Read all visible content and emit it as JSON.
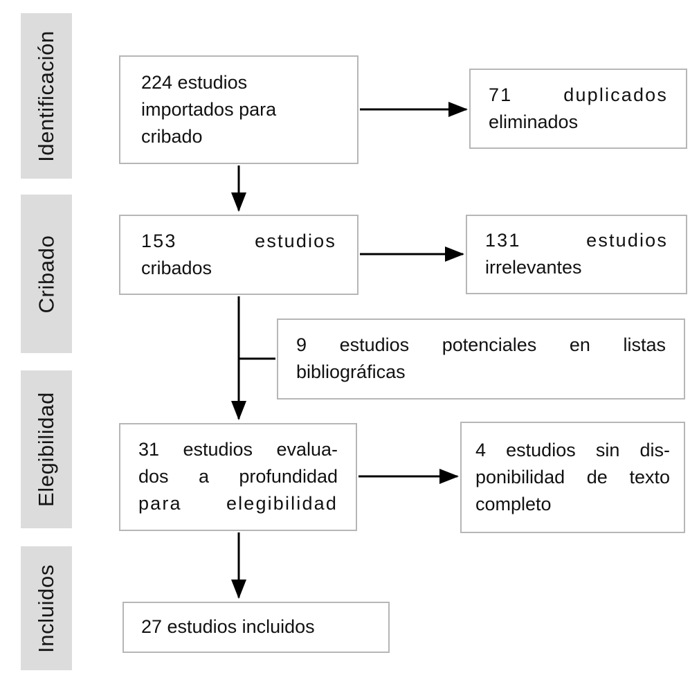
{
  "diagram": {
    "background_color": "#ffffff",
    "text_color": "#111111",
    "box_border_color": "#b6b6b6",
    "stage_band_color": "#dcdcdc",
    "arrow_color": "#000000"
  },
  "stages": [
    {
      "label": "Identificación"
    },
    {
      "label": "Cribado"
    },
    {
      "label": "Elegibilidad"
    },
    {
      "label": "Incluidos"
    }
  ],
  "boxes": {
    "imported": {
      "count": 224,
      "lines": [
        "224 estudios",
        "importados para",
        "cribado"
      ]
    },
    "duplicates": {
      "count": 71,
      "lines": [
        "71 duplicados",
        "eliminados"
      ]
    },
    "screened": {
      "count": 153,
      "lines": [
        "153 estudios",
        "cribados"
      ]
    },
    "irrelevant": {
      "count": 131,
      "lines": [
        "131 estudios",
        "irrelevantes"
      ]
    },
    "reference_lists": {
      "count": 9,
      "lines": [
        "9 estudios potenciales en listas",
        "bibliográficas"
      ]
    },
    "assessed": {
      "count": 31,
      "lines": [
        "31 estudios evalua-",
        "dos a profundidad",
        "para elegibilidad"
      ]
    },
    "no_fulltext": {
      "count": 4,
      "lines": [
        "4 estudios sin dis-",
        "ponibilidad de texto",
        "completo"
      ]
    },
    "included": {
      "count": 27,
      "lines": [
        "27 estudios incluidos"
      ]
    }
  }
}
